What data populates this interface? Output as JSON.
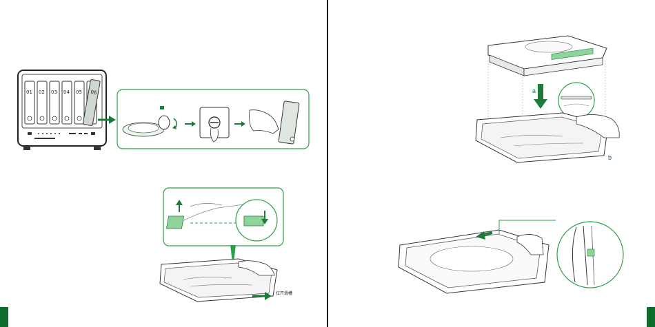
{
  "nas": {
    "bays": [
      "01",
      "02",
      "03",
      "04",
      "05",
      "06"
    ]
  },
  "tray_caption": "拉开滑槽",
  "disk_labels": {
    "a": "a",
    "b": "b"
  },
  "colors": {
    "accent": "#0d6b2e",
    "arrow": "#1f7a3a",
    "panel_border": "#2e9e4a",
    "highlight": "#8fd49a"
  }
}
